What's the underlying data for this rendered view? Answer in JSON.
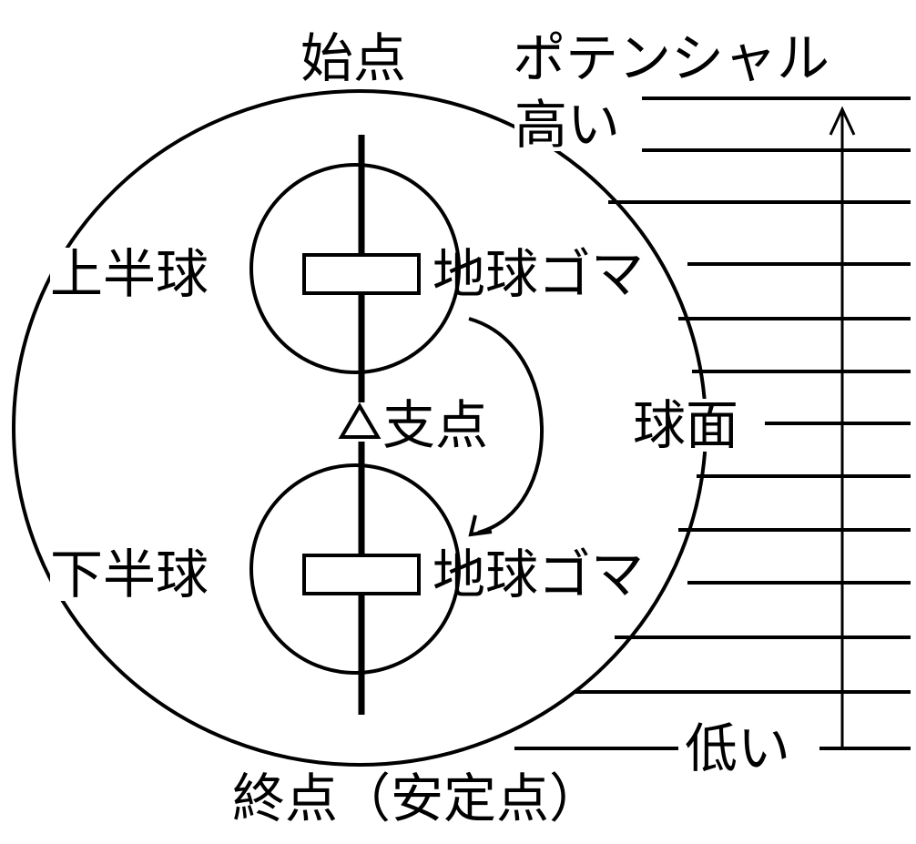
{
  "labels": {
    "start": "始点",
    "potential": "ポテンシャル",
    "high": "高い",
    "upper_hemisphere": "上半球",
    "top_upper": "地球ゴマ",
    "pivot": "支点",
    "sphere_surface": "球面",
    "lower_hemisphere": "下半球",
    "top_lower": "地球ゴマ",
    "low": "低い",
    "end": "終点（安定点）"
  },
  "colors": {
    "ink": "#000000",
    "background": "#ffffff"
  }
}
